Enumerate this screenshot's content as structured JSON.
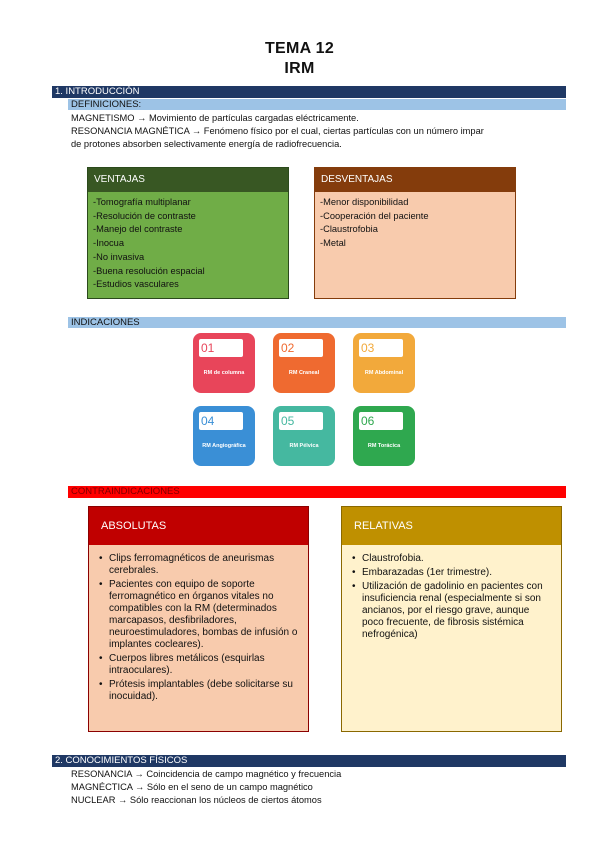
{
  "header": {
    "line1": "TEMA 12",
    "line2": "IRM"
  },
  "section1": {
    "label": "1.   INTRODUCCIÓN",
    "definitions_label": "DEFINICIONES:",
    "def_lines": [
      "MAGNETISMO → Movimiento de partículas cargadas eléctricamente.",
      "RESONANCIA MAGNÉTICA → Fenómeno físico por el cual, ciertas partículas con un número impar",
      "de protones absorben selectivamente energía de radiofrecuencia."
    ],
    "ventajas": {
      "title": "VENTAJAS",
      "items": [
        "Tomografía multiplanar",
        "Resolución de contraste",
        "Manejo del contraste",
        "Inocua",
        "No invasiva",
        "Buena resolución espacial",
        "Estudios vasculares"
      ]
    },
    "desventajas": {
      "title": "DESVENTAJAS",
      "items": [
        "Menor disponibilidad",
        "Cooperación del paciente",
        "Claustrofobia",
        "Metal"
      ]
    },
    "indicaciones_label": "INDICACIONES",
    "tiles": [
      {
        "num": "01",
        "label": "RM de columna",
        "color": "#e8455a"
      },
      {
        "num": "02",
        "label": "RM Craneal",
        "color": "#ef6a30"
      },
      {
        "num": "03",
        "label": "RM Abdominal",
        "color": "#f2a93b"
      },
      {
        "num": "04",
        "label": "RM Angiográfica",
        "color": "#3a8fd6"
      },
      {
        "num": "05",
        "label": "RM Pélvica",
        "color": "#45b8a0"
      },
      {
        "num": "06",
        "label": "RM Torácica",
        "color": "#2fa84f"
      }
    ],
    "contraindicaciones_label": "CONTRAINDICACIONES",
    "absolutas": {
      "title": "ABSOLUTAS",
      "items": [
        " Clips ferromagnéticos de aneurismas cerebrales.",
        "Pacientes con equipo de soporte ferromagnético en órganos vitales no compatibles con la RM (determinados marcapasos, desfibriladores, neuroestimuladores, bombas de infusión o implantes cocleares).",
        "Cuerpos libres metálicos (esquirlas intraoculares).",
        "Prótesis implantables (debe solicitarse su inocuidad)."
      ]
    },
    "relativas": {
      "title": "RELATIVAS",
      "items": [
        "Claustrofobia.",
        "Embarazadas (1er trimestre).",
        "Utilización de gadolinio en pacientes con insuficiencia renal (especialmente si son ancianos, por el riesgo grave, aunque poco frecuente, de fibrosis sistémica nefrogénica)"
      ]
    }
  },
  "section2": {
    "label": "2.   CONOCIMIENTOS FÍSICOS",
    "lines": [
      "RESONANCIA → Coincidencia de campo magnético y frecuencia",
      "MAGNÉCTICA → Sólo en el seno de un campo magnético",
      "NUCLEAR → Sólo reaccionan los núcleos de ciertos átomos"
    ]
  },
  "colors": {
    "section_bar": "#1f3864",
    "sub_bar": "#9dc3e6",
    "ventajas_head": "#385723",
    "ventajas_body": "#70ad47",
    "desventajas_head": "#843c0c",
    "desventajas_body": "#f8cbad",
    "absolutas_head": "#c00000",
    "absolutas_body": "#f8cbad",
    "relativas_head": "#bf9000",
    "relativas_body": "#fff2cc"
  }
}
